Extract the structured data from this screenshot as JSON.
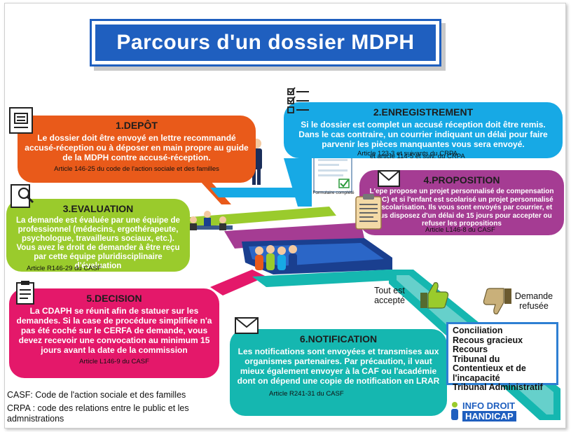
{
  "title": "Parcours d'un dossier MDPH",
  "steps": {
    "depot": {
      "heading": "1.DEPÔT",
      "body": "Le dossier doit être envoyé en lettre recommandé accusé-réception ou à déposer en main propre au guide de la MDPH contre accusé-réception.",
      "article": "Article 146-25 du code de l'action sociale et des familles"
    },
    "enregistrement": {
      "heading": "2.ENREGISTREMENT",
      "body": "Si le dossier est complet un accusé réception doit être remis. Dans le cas contraire, un courrier indiquant un délai pour faire  parvenir les pièces manquantes vous sera envoyé.",
      "article1": "Article 123-3 et suivants  du CRPA",
      "article2": "et article 114-5  et suiv. du CRPA"
    },
    "evaluation": {
      "heading": "3.EVALUATION",
      "body": "La demande est évaluée par une équipe de professionnel (médecins, ergothérapeute, psychologue, travailleurs sociaux, etc.). Vous avez le droit de demander à être reçu par cette équipe pluridisciplinaire d'évaluation",
      "article": "Article R146-29 du CASF"
    },
    "proposition": {
      "heading": "4.PROPOSITION",
      "body": "L'epe propose un projet personnalisé de compensation (PPC) et si l'enfant est scolarisé un projet personnalisé de scolarisation.  Ils vous sont envoyés par courrier, et vous disposez d'un délai de 15 jours pour accepter ou refuser les propositions",
      "article": "Article L146-8 du CASF"
    },
    "decision": {
      "heading": "5.DECISION",
      "body": "La CDAPH se réunit afin de statuer sur les demandes. Si la case de procédure simplifiée n'a pas été coché sur le CERFA de demande, vous devez recevoir une convocation au minimum 15 jours avant la date de la commission",
      "article": "Article L146-9 du CASF"
    },
    "notification": {
      "heading": "6.NOTIFICATION",
      "body": "Les notifications sont envoyées et transmises aux organismes partenaires. Par précaution, il vaut mieux également envoyer à la CAF ou l'académie dont on dépend une copie de notification en LRAR",
      "article": "Article R241-31 du CASF"
    }
  },
  "outcomes": {
    "accepted": "Tout est accepté",
    "refused": "Demande refusée",
    "remedies": [
      "Conciliation",
      "Recous gracieux",
      "Recours",
      "Tribunal du Contentieux et de l'incapacité",
      "Tribunal Administratif"
    ]
  },
  "document_label": "Formulaire complété",
  "glossary": {
    "casf": "CASF: Code de l'action sociale et des familles",
    "crpa": "CRPA : code des relations entre le public et les admnistrations"
  },
  "logo": {
    "line1": "INFO DROIT",
    "line2": "HANDICAP"
  },
  "icons": [
    "document-icon",
    "checklist-icon",
    "magnifier-icon",
    "envelope-icon",
    "clipboard-icon",
    "thumbs-up-icon",
    "thumbs-down-icon"
  ],
  "colors": {
    "title_blue": "#1f5fbf",
    "depot": "#e95a1a",
    "enregistrement": "#17a9e5",
    "evaluation": "#9acb2c",
    "proposition": "#a53c93",
    "decision": "#e4186a",
    "notification": "#15b7b0"
  }
}
